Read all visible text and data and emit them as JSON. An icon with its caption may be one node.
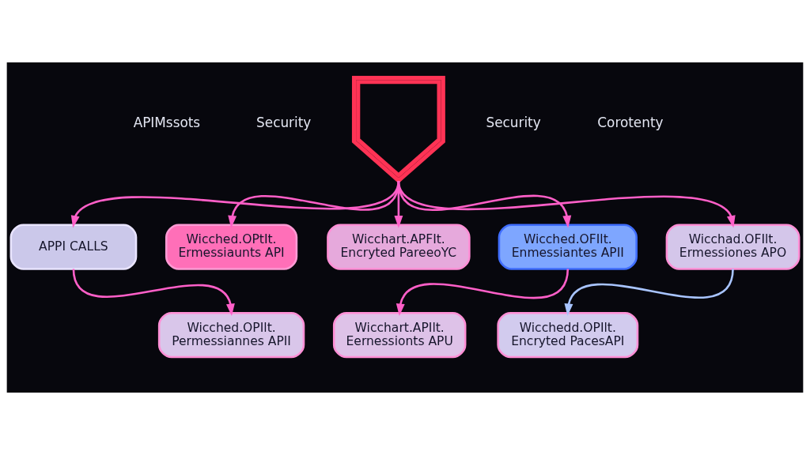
{
  "diagram": {
    "nodes": [
      {
        "text": [],
        "shape": "picture"
      },
      {
        "text": [
          "APPI CALLS"
        ]
      },
      {
        "text": [
          "Wicched.OPtIt. Ermessiaunts API"
        ]
      },
      {
        "text": [
          "Wicchart.APFIt. Encryted PareeoYC"
        ]
      },
      {
        "text": [
          "Wicched.OFIlt. Enmessiantes APII"
        ]
      },
      {
        "text": [
          "Wicchad.OFIlt. Ermessiones APO"
        ]
      },
      {
        "text": [
          "Wicched.OPIlt. Permessiannes APII"
        ]
      },
      {
        "text": [
          "Wicchart.APIlt. Eernessionts APU"
        ]
      },
      {
        "text": [
          "Wicchedd.OPIlt. Encryted PacesAPI"
        ]
      }
    ],
    "edges": [
      {
        "from": 0,
        "to": 1,
        "arrow": "to"
      },
      {
        "from": 0,
        "to": 2,
        "arrow": "to"
      },
      {
        "from": 0,
        "to": 3,
        "arrow": "to"
      },
      {
        "from": 0,
        "to": 4,
        "arrow": "to"
      },
      {
        "from": 0,
        "to": 5,
        "arrow": "to"
      },
      {
        "from": 1,
        "to": 6,
        "arrow": "to"
      },
      {
        "from": 4,
        "to": 7,
        "arrow": "to"
      },
      {
        "from": 5,
        "to": 8,
        "arrow": "to",
        "color": "#a8c4ff"
      }
    ],
    "labels": [
      "APIMssots",
      "Security",
      "Security",
      "Corotenty"
    ]
  }
}
